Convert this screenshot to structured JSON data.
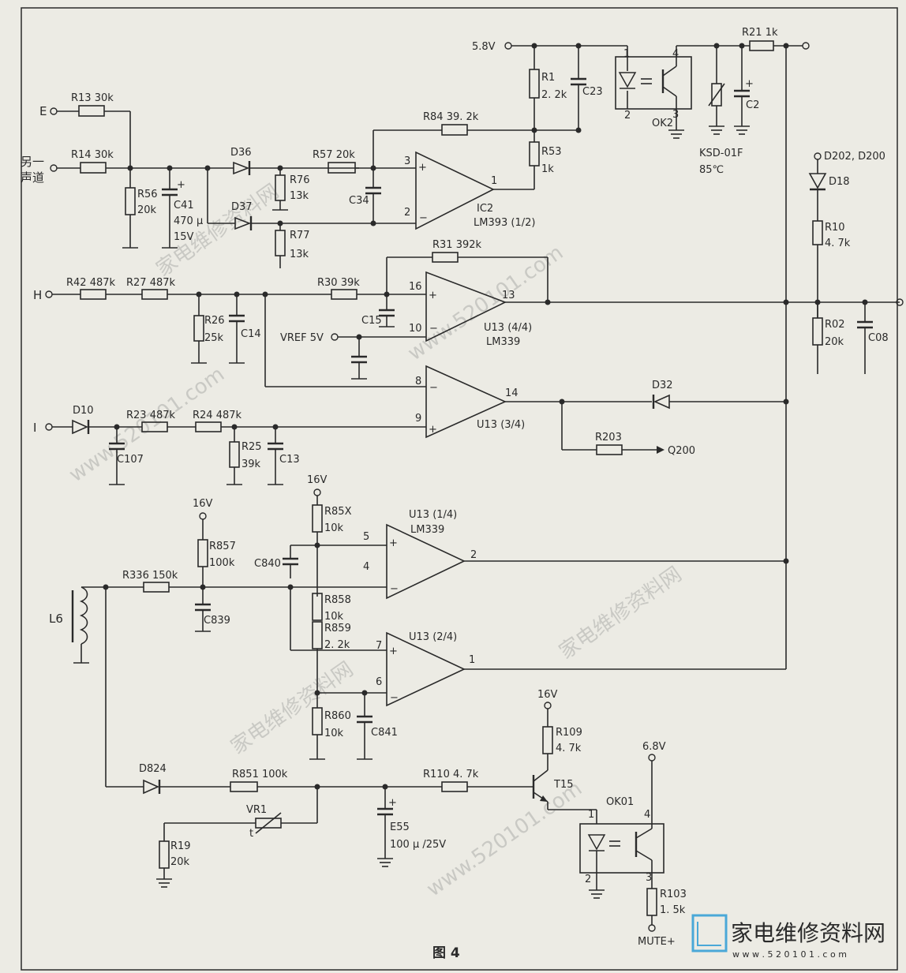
{
  "colors": {
    "ink": "#2a2a2a",
    "paper": "#ecebe4",
    "watermark": "#c9c9c4",
    "brand": "#4aa8d8"
  },
  "caption": "图 4",
  "watermark": {
    "site_cn": "家电维修资料网",
    "site_url": "www.520101.com",
    "logo_text": "家电维修资料网",
    "logo_url": "w w w . 5 2 0 1 0 1 . c o m"
  },
  "inputs": {
    "E": "E",
    "other1": "另一",
    "other2": "声道",
    "H": "H",
    "I": "I",
    "vref": "VREF  5V",
    "L6": "L6"
  },
  "supplies": {
    "v58": "5.8V",
    "v16a": "16V",
    "v16b": "16V",
    "v16c": "16V",
    "v68": "6.8V"
  },
  "outputs": {
    "q200": "Q200",
    "mute": "MUTE+",
    "d202": "D202, D200"
  },
  "parts": {
    "R13": "R13  30k",
    "R14": "R14  30k",
    "R56a": "R56",
    "R56b": "20k",
    "C41a": "C41",
    "C41b": "470 µ",
    "C41c": "15V",
    "D36": "D36",
    "D37": "D37",
    "R76a": "R76",
    "R76b": "13k",
    "R77a": "R77",
    "R77b": "13k",
    "R57": "R57  20k",
    "C34": "C34",
    "R84": "R84  39. 2k",
    "R1a": "R1",
    "R1b": "2. 2k",
    "C23": "C23",
    "R53a": "R53",
    "R53b": "1k",
    "IC2a": "IC2",
    "IC2b": "LM393 (1/2)",
    "OK2": "OK2",
    "KSD1": "KSD-01F",
    "KSD2": "85℃",
    "C2": "C2",
    "R21": "R21  1k",
    "D18": "D18",
    "R10a": "R10",
    "R10b": "4. 7k",
    "R02a": "R02",
    "R02b": "20k",
    "C08": "C08",
    "R42": "R42  487k",
    "R27": "R27  487k",
    "R26a": "R26",
    "R26b": "25k",
    "C14": "C14",
    "R30": "R30  39k",
    "C15": "C15",
    "R31": "R31  392k",
    "U13a": "U13 (4/4)",
    "U13a2": "LM339",
    "U13b": "U13 (3/4)",
    "D10": "D10",
    "C107": "C107",
    "R23": "R23  487k",
    "R24": "R24  487k",
    "R25a": "R25",
    "R25b": "39k",
    "C13": "C13",
    "D32": "D32",
    "R203": "R203",
    "R85Xa": "R85X",
    "R85Xb": "10k",
    "C840": "C840",
    "U13c": "U13 (1/4)",
    "U13c2": "LM339",
    "R857a": "R857",
    "R857b": "100k",
    "R336": "R336  150k",
    "C839": "C839",
    "R858a": "R858",
    "R858b": "10k",
    "R859a": "R859",
    "R859b": "2. 2k",
    "U13d": "U13 (2/4)",
    "R860a": "R860",
    "R860b": "10k",
    "C841": "C841",
    "D824": "D824",
    "R851": "R851  100k",
    "VR1": "VR1",
    "t": "t",
    "R19a": "R19",
    "R19b": "20k",
    "E55a": "E55",
    "E55b": "100 µ /25V",
    "R110": "R110  4. 7k",
    "R109a": "R109",
    "R109b": "4. 7k",
    "T15": "T15",
    "OK01": "OK01",
    "R103a": "R103",
    "R103b": "1. 5k"
  },
  "pins": {
    "p1": "1",
    "p2": "2",
    "p3": "3",
    "p4": "4",
    "p5": "5",
    "p6": "6",
    "p7": "7",
    "p8": "8",
    "p9": "9",
    "p10": "10",
    "p13": "13",
    "p14": "14",
    "p16": "16"
  }
}
